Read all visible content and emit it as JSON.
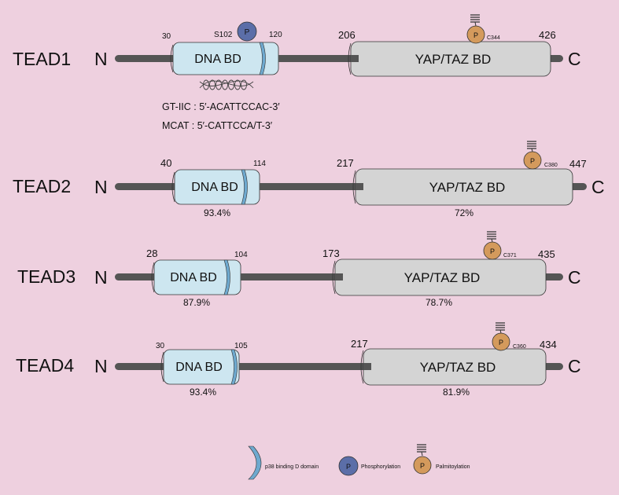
{
  "proteins": [
    {
      "name": "TEAD1",
      "n": "N",
      "c": "C",
      "dbd": {
        "label": "DNA BD",
        "start": "30",
        "end": "120",
        "identity": ""
      },
      "yap": {
        "label": "YAP/TAZ BD",
        "start": "206",
        "end": "426",
        "identity": ""
      },
      "phospho": {
        "symbol": "P",
        "site": "S102"
      },
      "palm": {
        "symbol": "P",
        "site": "C344"
      }
    },
    {
      "name": "TEAD2",
      "n": "N",
      "c": "C",
      "dbd": {
        "label": "DNA BD",
        "start": "40",
        "end": "114",
        "identity": "93.4%"
      },
      "yap": {
        "label": "YAP/TAZ BD",
        "start": "217",
        "end": "447",
        "identity": "72%"
      },
      "palm": {
        "symbol": "P",
        "site": "C380"
      }
    },
    {
      "name": "TEAD3",
      "n": "N",
      "c": "C",
      "dbd": {
        "label": "DNA BD",
        "start": "28",
        "end": "104",
        "identity": "87.9%"
      },
      "yap": {
        "label": "YAP/TAZ BD",
        "start": "173",
        "end": "435",
        "identity": "78.7%"
      },
      "palm": {
        "symbol": "P",
        "site": "C371"
      }
    },
    {
      "name": "TEAD4",
      "n": "N",
      "c": "C",
      "dbd": {
        "label": "DNA BD",
        "start": "30",
        "end": "105",
        "identity": "93.4%"
      },
      "yap": {
        "label": "YAP/TAZ BD",
        "start": "217",
        "end": "434",
        "identity": "81.9%"
      },
      "palm": {
        "symbol": "P",
        "site": "C360"
      }
    }
  ],
  "motifs": [
    {
      "name": "GT-IIC",
      "sep": " : ",
      "seq": "5′-ACATTCCAC-3′"
    },
    {
      "name": "MCAT",
      "sep": " : ",
      "seq": "5′-CATTCCA/T-3′"
    }
  ],
  "legend": {
    "p38": "p38 binding D domain",
    "phospho_symbol": "P",
    "phospho": "Phosphorylation",
    "palm_symbol": "P",
    "palm": "Palmitoylation"
  },
  "colors": {
    "background": "#eed0df",
    "dna_domain": "#cde6f0",
    "p38_stripe": "#6ea9cf",
    "yap_domain": "#d4d4d4",
    "backbone": "#555555",
    "phospho": "#5b6ea8",
    "palm": "#d49a5c"
  }
}
